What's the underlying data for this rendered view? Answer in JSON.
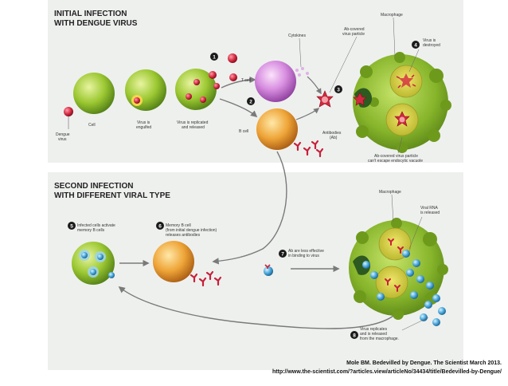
{
  "panel1": {
    "title_line1": "INITIAL INFECTION",
    "title_line2": "WITH DENGUE VIRUS",
    "labels": {
      "dengue_virus_l1": "Dengue",
      "dengue_virus_l2": "virus",
      "cell": "Cell",
      "engulfed_l1": "Virus is",
      "engulfed_l2": "engulfed",
      "replicated_l1": "Virus is replicated",
      "replicated_l2": "and released",
      "t_cell": "T cell",
      "b_cell": "B cell",
      "cytokines": "Cytokines",
      "ab_covered_l1": "Ab-covered",
      "ab_covered_l2": "virus particle",
      "macrophage": "Macrophage",
      "destroyed_l1": "Virus is",
      "destroyed_l2": "destroyed",
      "antibodies_l1": "Antibodies",
      "antibodies_l2": "(Ab)",
      "cant_escape_l1": "Ab-covered virus particle",
      "cant_escape_l2": "can't escape endocytic vacuole"
    },
    "steps": [
      "1",
      "2",
      "3",
      "4"
    ]
  },
  "panel2": {
    "title_line1": "SECOND INFECTION",
    "title_line2": "WITH DIFFERENT VIRAL TYPE",
    "labels": {
      "infected_l1": "Infected cells activate",
      "infected_l2": "memory B cells",
      "memory_l1": "Memory B cell",
      "memory_l2": "(from initial dengue infection)",
      "memory_l3": "releases antibodies",
      "less_effective_l1": "Ab are less effective",
      "less_effective_l2": "in binding to virus",
      "macrophage": "Macrophage",
      "viral_rna_l1": "Viral RNA",
      "viral_rna_l2": "is released",
      "replicates_l1": "Virus replicates",
      "replicates_l2": "and is released",
      "replicates_l3": "from the macrophage."
    },
    "steps": [
      "5",
      "6",
      "7",
      "8"
    ]
  },
  "credit": {
    "line1": "Mole BM. Bedevilled by Dengue. The Scientist March 2013.",
    "line2": "http://www.the-scientist.com/?articles.view/articleNo/34434/title/Bedevilled-by-Dengue/"
  },
  "colors": {
    "panel_bg": "#eef0ee",
    "cell_green": "#8cbf2a",
    "t_cell": "#c86fd0",
    "b_cell": "#e89a2c",
    "virus_red": "#c8203a",
    "virus_blue": "#3ea0d6",
    "macrophage": "#8aba2f",
    "arrow": "#7a7a7a",
    "step_badge": "#1a1a1a"
  }
}
